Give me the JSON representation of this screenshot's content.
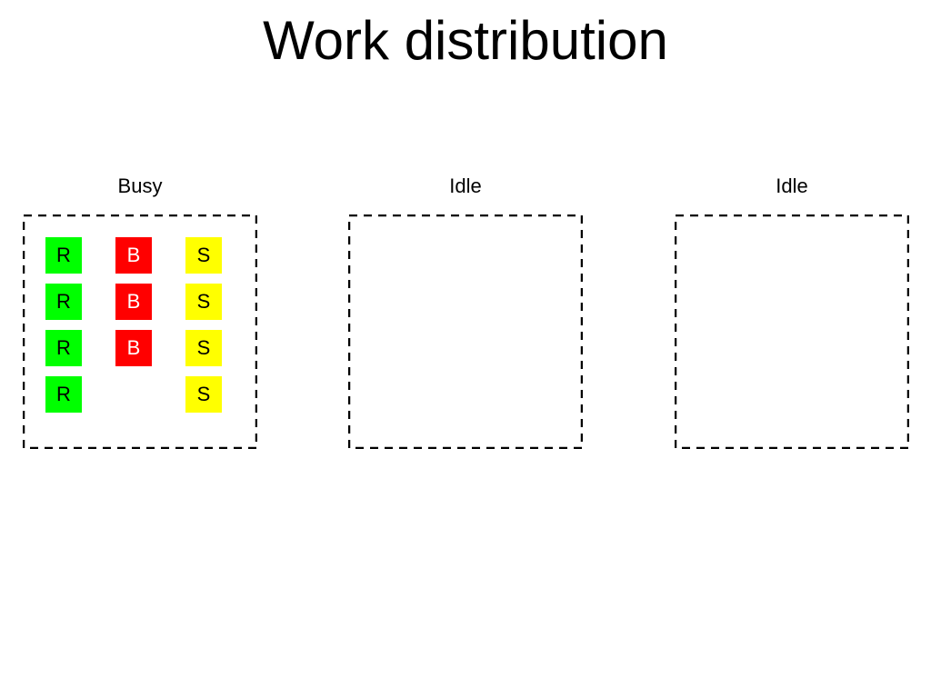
{
  "title": "Work distribution",
  "colors": {
    "R": "#00ff00",
    "B": "#ff0000",
    "S": "#ffff00"
  },
  "text_colors": {
    "R": "#000000",
    "B": "#ffffff",
    "S": "#000000"
  },
  "workers": [
    {
      "status": "Busy",
      "columns": [
        [
          "R",
          "R",
          "R",
          "R"
        ],
        [
          "B",
          "B",
          "B"
        ],
        [
          "S",
          "S",
          "S",
          "S"
        ]
      ]
    },
    {
      "status": "Idle",
      "columns": []
    },
    {
      "status": "Idle",
      "columns": []
    }
  ]
}
